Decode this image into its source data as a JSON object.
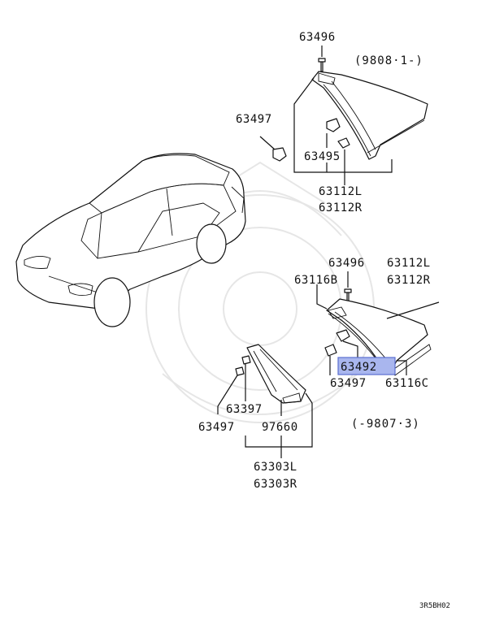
{
  "parts": {
    "top_screw": "63496",
    "top_clip": "63497",
    "top_grommet": "63495",
    "top_panel_l": "63112L",
    "top_panel_r": "63112R",
    "top_note": "(9808·1-)",
    "mid_screw": "63496",
    "mid_panel_l": "63112L",
    "mid_panel_r": "63112R",
    "mid_cover": "63116B",
    "highlight": "63492",
    "mid_clip": "63497",
    "mid_cover_c": "63116C",
    "bottom_note": "(-9807·3)",
    "tri_clip": "63397",
    "tri_clip2": "63497",
    "tri_seal": "97660",
    "tri_panel_l": "63303L",
    "tri_panel_r": "63303R",
    "diagram_code": "3R5BH02"
  },
  "colors": {
    "highlight_fill": "#a9b6ee",
    "highlight_stroke": "#5b6fd0",
    "line": "#111111",
    "watermark": "#e6e6e6"
  }
}
